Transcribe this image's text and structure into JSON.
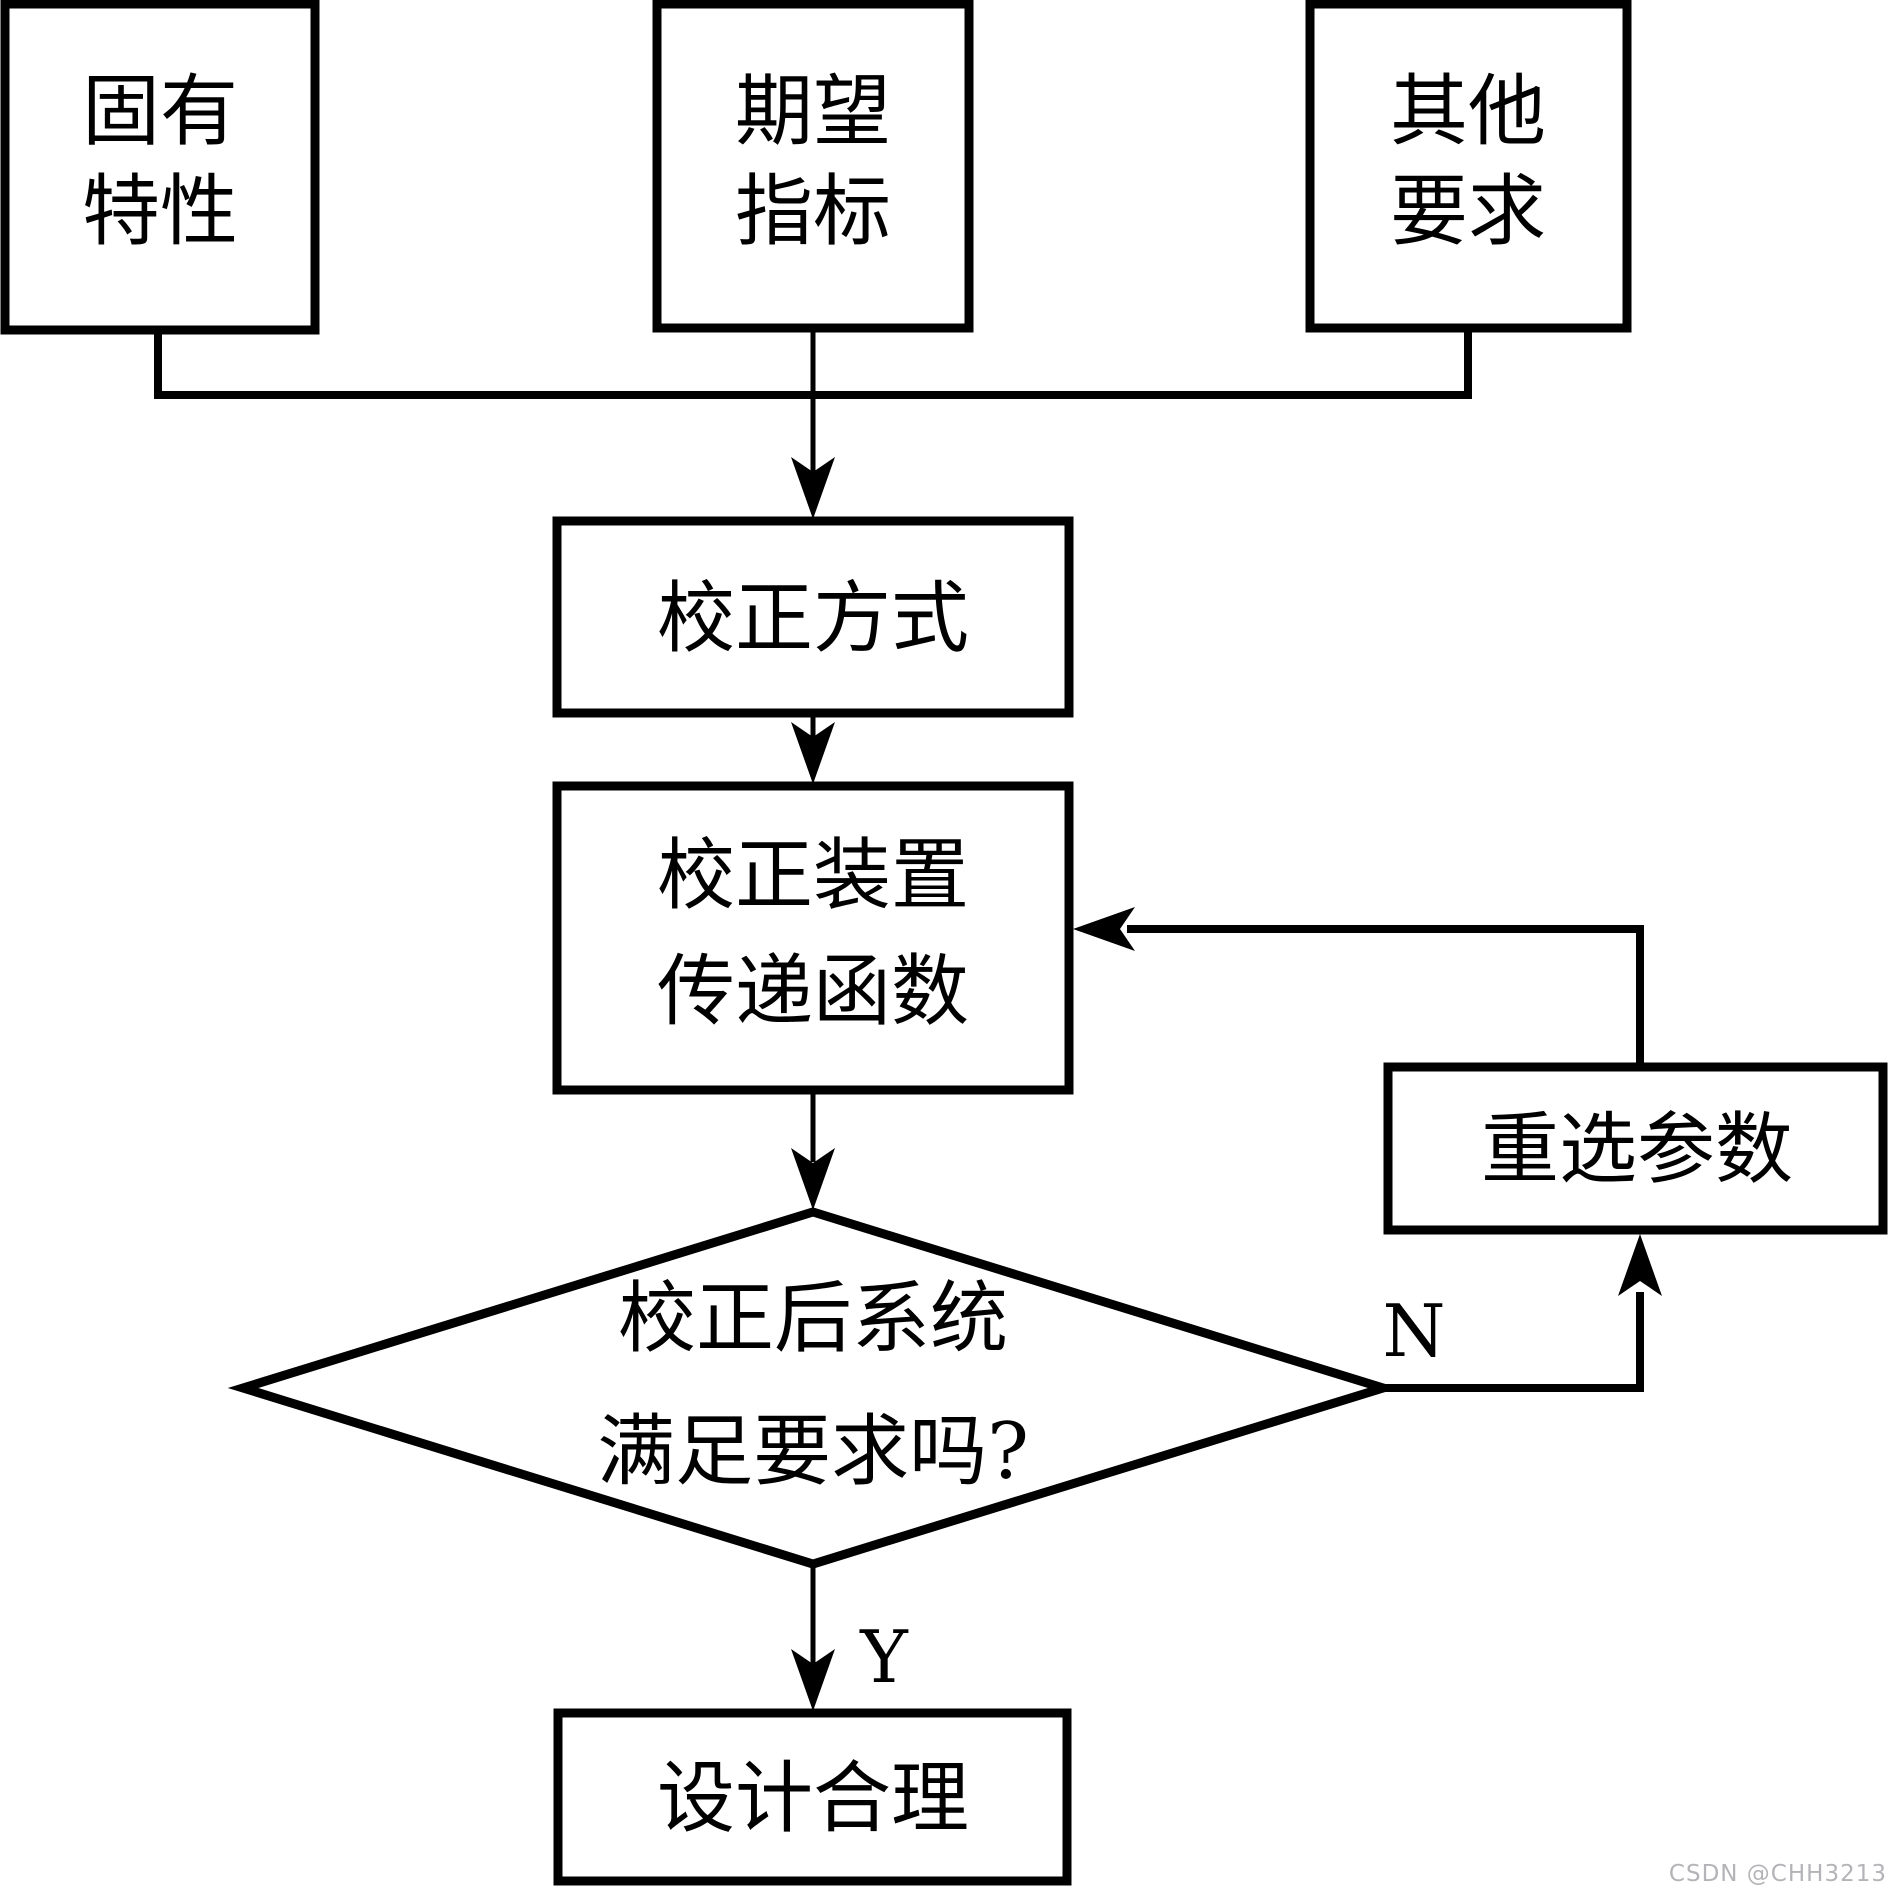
{
  "diagram": {
    "nodes": {
      "inherent": {
        "line1": "固有",
        "line2": "特性"
      },
      "desired": {
        "line1": "期望",
        "line2": "指标"
      },
      "other": {
        "line1": "其他",
        "line2": "要求"
      },
      "method": {
        "label": "校正方式"
      },
      "transfer": {
        "line1": "校正装置",
        "line2": "传递函数"
      },
      "reselect": {
        "label": "重选参数"
      },
      "decision": {
        "line1": "校正后系统",
        "line2": "满足要求吗?"
      },
      "result": {
        "label": "设计合理"
      }
    },
    "edge_labels": {
      "no": "N",
      "yes": "Y"
    },
    "colors": {
      "line": "#000000",
      "node_fill": "#ffffff",
      "background": "#ffffff",
      "watermark": "#b4b4b8"
    }
  },
  "watermark": {
    "text": "CSDN @CHH3213"
  }
}
